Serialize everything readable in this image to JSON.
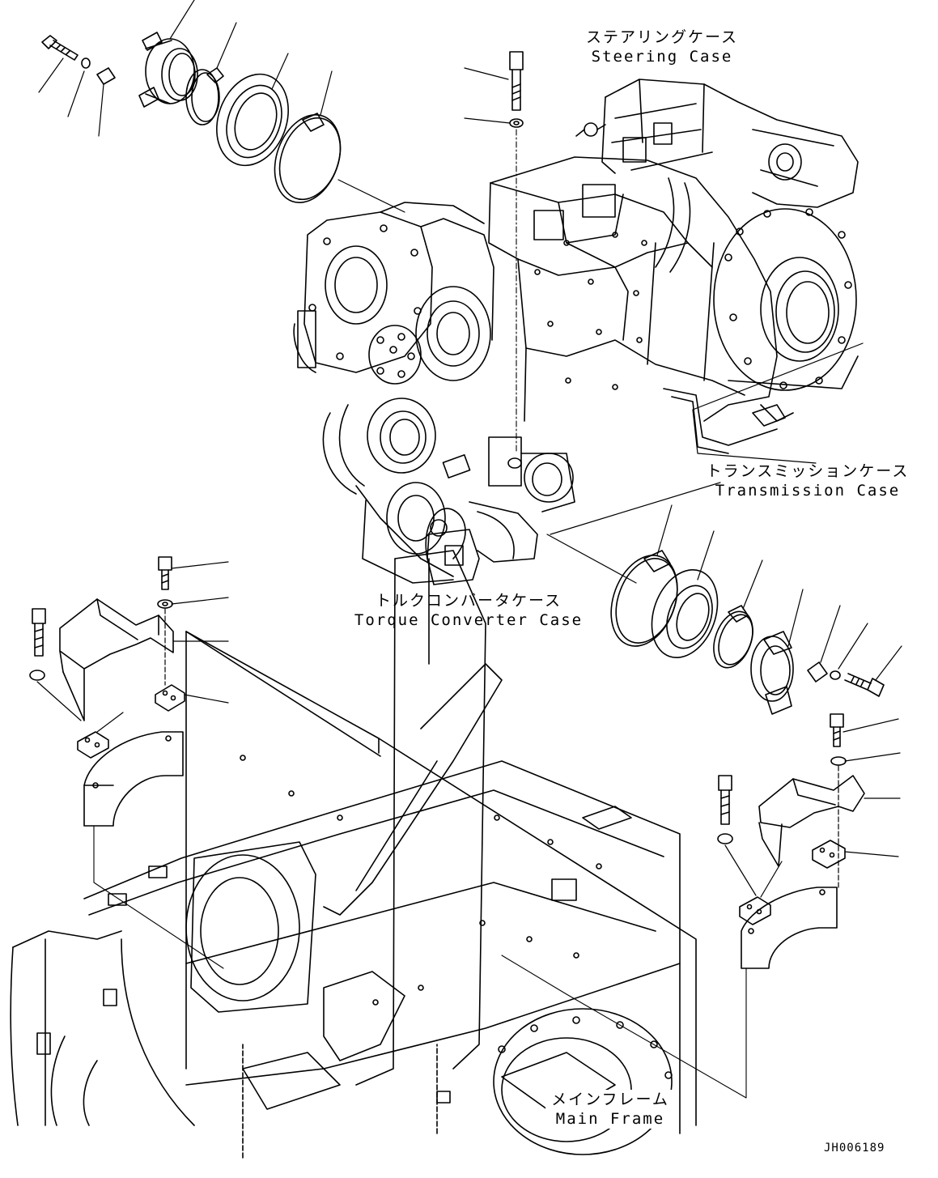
{
  "labels": {
    "steering_case": {
      "ja": "ステアリングケース",
      "en": "Steering Case"
    },
    "transmission_case": {
      "ja": "トランスミッションケース",
      "en": "Transmission Case"
    },
    "torque_converter_case": {
      "ja": "トルクコンバータケース",
      "en": "Torque Converter Case"
    },
    "main_frame": {
      "ja": "メインフレーム",
      "en": "Main Frame"
    }
  },
  "drawing_code": "JH006189"
}
